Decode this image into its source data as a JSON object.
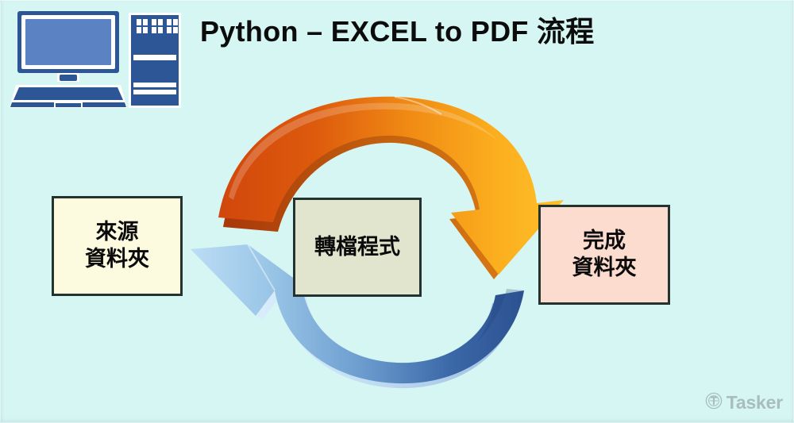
{
  "slide": {
    "background_color": "#d6f6f3",
    "title": "Python – EXCEL to PDF 流程"
  },
  "header_icon": {
    "name": "desktop-computer-icon",
    "parts": [
      "monitor",
      "keyboard",
      "tower-case"
    ],
    "color": "#2c5696",
    "screen_color": "#5b83c4"
  },
  "boxes": {
    "source": {
      "id": "source-folder",
      "line1": "來源",
      "line2": "資料夾",
      "fill": "#fcfadf",
      "border": "#24332f"
    },
    "program": {
      "id": "conversion-program",
      "line1": "轉檔程式",
      "line2": "",
      "fill": "#e2e5cd",
      "border": "#24332f"
    },
    "done": {
      "id": "done-folder",
      "line1": "完成",
      "line2": "資料夾",
      "fill": "#fcdccf",
      "border": "#24332f"
    }
  },
  "arrows": {
    "top": {
      "name": "orange-curved-arrow",
      "direction": "left-to-right, arrowhead points down-right",
      "color_start": "#d9480f",
      "color_end": "#fbb021",
      "shadow": "#c25a10"
    },
    "bottom": {
      "name": "blue-curved-arrow",
      "direction": "right-to-left, arrowhead points up-left",
      "color_start": "#2f5596",
      "color_end": "#b9dcf5",
      "highlight": "#dceefb"
    }
  },
  "watermark": {
    "icon": "tasker-logo-icon",
    "text": "Tasker",
    "color": "#8e9aa0"
  }
}
